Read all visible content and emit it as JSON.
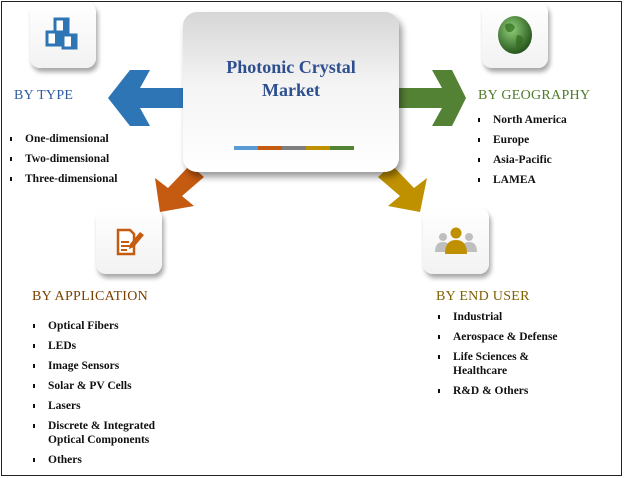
{
  "title": "Photonic Crystal Market",
  "title_lines": [
    "Photonic Crystal",
    "Market"
  ],
  "colors": {
    "type": "#2e75b6",
    "geography": "#548235",
    "application": "#c55a11",
    "end_user": "#bf9000",
    "gray": "#7f7f7f",
    "title": "#2e4f8f"
  },
  "segments": {
    "type": {
      "heading": "BY TYPE",
      "icon": "cubes-icon",
      "items": [
        "One-dimensional",
        "Two-dimensional",
        "Three-dimensional"
      ]
    },
    "geography": {
      "heading": "BY GEOGRAPHY",
      "icon": "globe-icon",
      "items": [
        "North America",
        "Europe",
        "Asia-Pacific",
        "LAMEA"
      ]
    },
    "application": {
      "heading": "BY APPLICATION",
      "icon": "document-pencil-icon",
      "items": [
        "Optical Fibers",
        "LEDs",
        "Image Sensors",
        "Solar & PV Cells",
        "Lasers",
        "Discrete & Integrated Optical Components",
        "Others"
      ]
    },
    "end_user": {
      "heading": "BY END USER",
      "icon": "users-icon",
      "items": [
        "Industrial",
        "Aerospace & Defense",
        "Life Sciences & Healthcare",
        "R&D & Others"
      ]
    }
  }
}
